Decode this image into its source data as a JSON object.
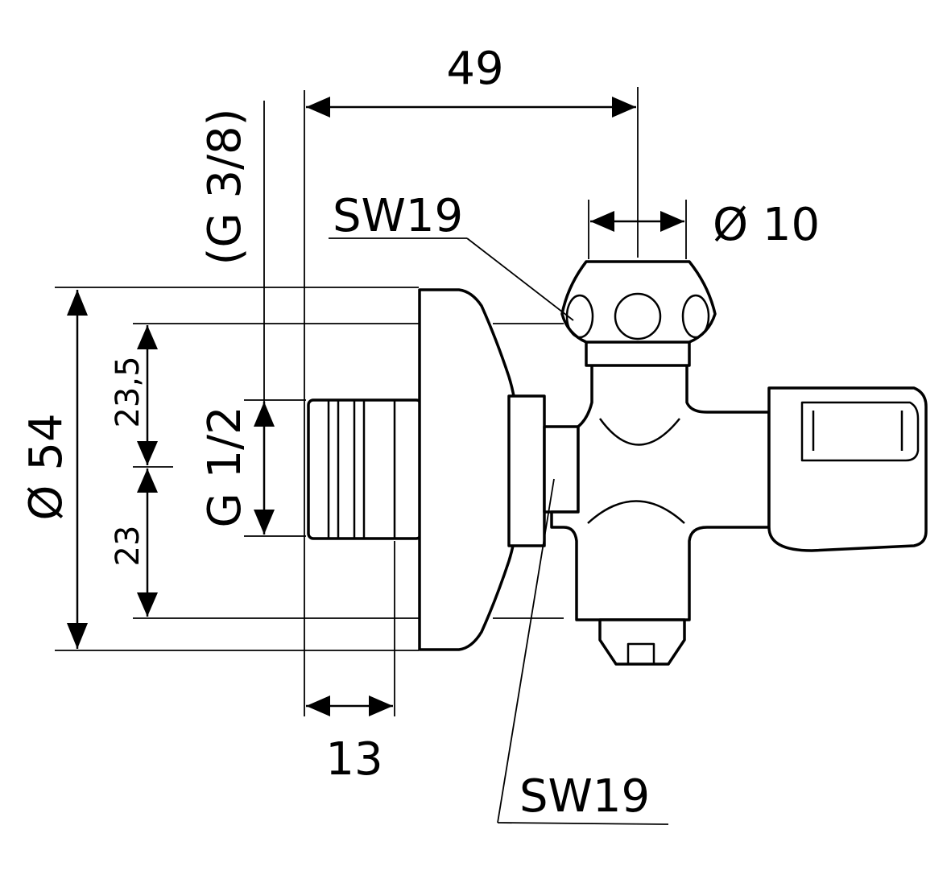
{
  "dimensions": {
    "top_width": "49",
    "outlet_diameter": "Ø 10",
    "outlet_thread": "(G 3/8)",
    "flange_diameter": "Ø 54",
    "upper_offset": "23,5",
    "lower_offset": "23",
    "inlet_thread": "G 1/2",
    "inlet_length": "13"
  },
  "callouts": {
    "upper_wrench": "SW19",
    "lower_wrench": "SW19"
  }
}
